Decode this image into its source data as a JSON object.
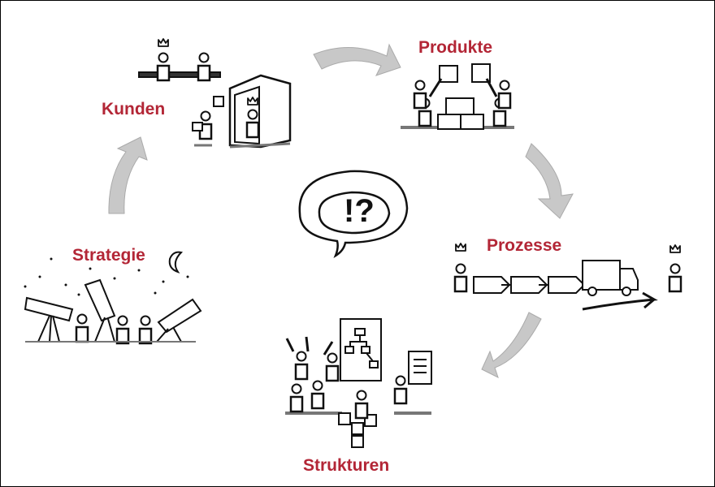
{
  "colors": {
    "label": "#b32636",
    "arrow": "#c8c8c8",
    "ink": "#111111",
    "shadow": "#777777"
  },
  "stages": {
    "kunden": "Kunden",
    "produkte": "Produkte",
    "prozesse": "Prozesse",
    "strukturen": "Strukturen",
    "strategie": "Strategie"
  },
  "center": {
    "symbols": "!?"
  },
  "icons": [
    "crown-icon",
    "cycle-arrow-icon",
    "speech-bubble-icon",
    "telescope-icon",
    "truck-icon",
    "puzzle-icon",
    "moon-icon",
    "document-icon",
    "org-chart-icon",
    "box-icon"
  ]
}
